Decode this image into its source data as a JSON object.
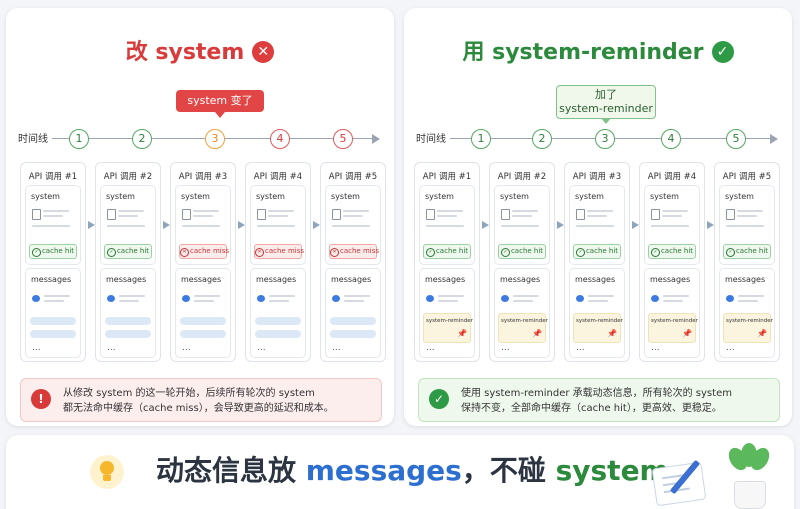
{
  "left_panel": {
    "title": "改 system",
    "title_icon": "x-circle-icon",
    "callout": "system 变了",
    "timeline_label": "时间线",
    "nodes": [
      "1",
      "2",
      "3",
      "4",
      "5"
    ],
    "cards": [
      {
        "title": "API 调用 #1",
        "system_label": "system",
        "cache": "cache hit",
        "messages_label": "messages",
        "ellipsis": "..."
      },
      {
        "title": "API 调用 #2",
        "system_label": "system",
        "cache": "cache hit",
        "messages_label": "messages",
        "ellipsis": "..."
      },
      {
        "title": "API 调用 #3",
        "system_label": "system",
        "cache": "cache miss",
        "messages_label": "messages",
        "ellipsis": "..."
      },
      {
        "title": "API 调用 #4",
        "system_label": "system",
        "cache": "cache miss",
        "messages_label": "messages",
        "ellipsis": "..."
      },
      {
        "title": "API 调用 #5",
        "system_label": "system",
        "cache": "cache miss",
        "messages_label": "messages",
        "ellipsis": "..."
      }
    ],
    "note_line1": "从修改 system 的这一轮开始，后续所有轮次的 system",
    "note_line2": "都无法命中缓存（cache miss），会导致更高的延迟和成本。",
    "note_icon": "exclamation-icon"
  },
  "right_panel": {
    "title": "用 system-reminder",
    "title_icon": "check-circle-icon",
    "callout_line1": "加了",
    "callout_line2": "system-reminder",
    "timeline_label": "时间线",
    "nodes": [
      "1",
      "2",
      "3",
      "4",
      "5"
    ],
    "cards": [
      {
        "title": "API 调用 #1",
        "system_label": "system",
        "cache": "cache hit",
        "messages_label": "messages",
        "reminder": "system-reminder",
        "ellipsis": "..."
      },
      {
        "title": "API 调用 #2",
        "system_label": "system",
        "cache": "cache hit",
        "messages_label": "messages",
        "reminder": "system-reminder",
        "ellipsis": "..."
      },
      {
        "title": "API 调用 #3",
        "system_label": "system",
        "cache": "cache hit",
        "messages_label": "messages",
        "reminder": "system-reminder",
        "ellipsis": "..."
      },
      {
        "title": "API 调用 #4",
        "system_label": "system",
        "cache": "cache hit",
        "messages_label": "messages",
        "reminder": "system-reminder",
        "ellipsis": "..."
      },
      {
        "title": "API 调用 #5",
        "system_label": "system",
        "cache": "cache hit",
        "messages_label": "messages",
        "reminder": "system-reminder",
        "ellipsis": "..."
      }
    ],
    "note_line1": "使用 system-reminder 承载动态信息，所有轮次的 system",
    "note_line2": "保持不变，全部命中缓存（cache hit），更高效、更稳定。",
    "note_icon": "check-icon"
  },
  "banner": {
    "part1": "动态信息放 ",
    "part2": "messages",
    "part3": "，不碰 ",
    "part4": "system",
    "icons": [
      "lightbulb-icon",
      "notepad-icon",
      "plant-icon"
    ]
  },
  "colors": {
    "red": "#d93a3a",
    "green": "#2c8a3c",
    "blue": "#2d6fd0",
    "orange": "#e08a1e"
  }
}
